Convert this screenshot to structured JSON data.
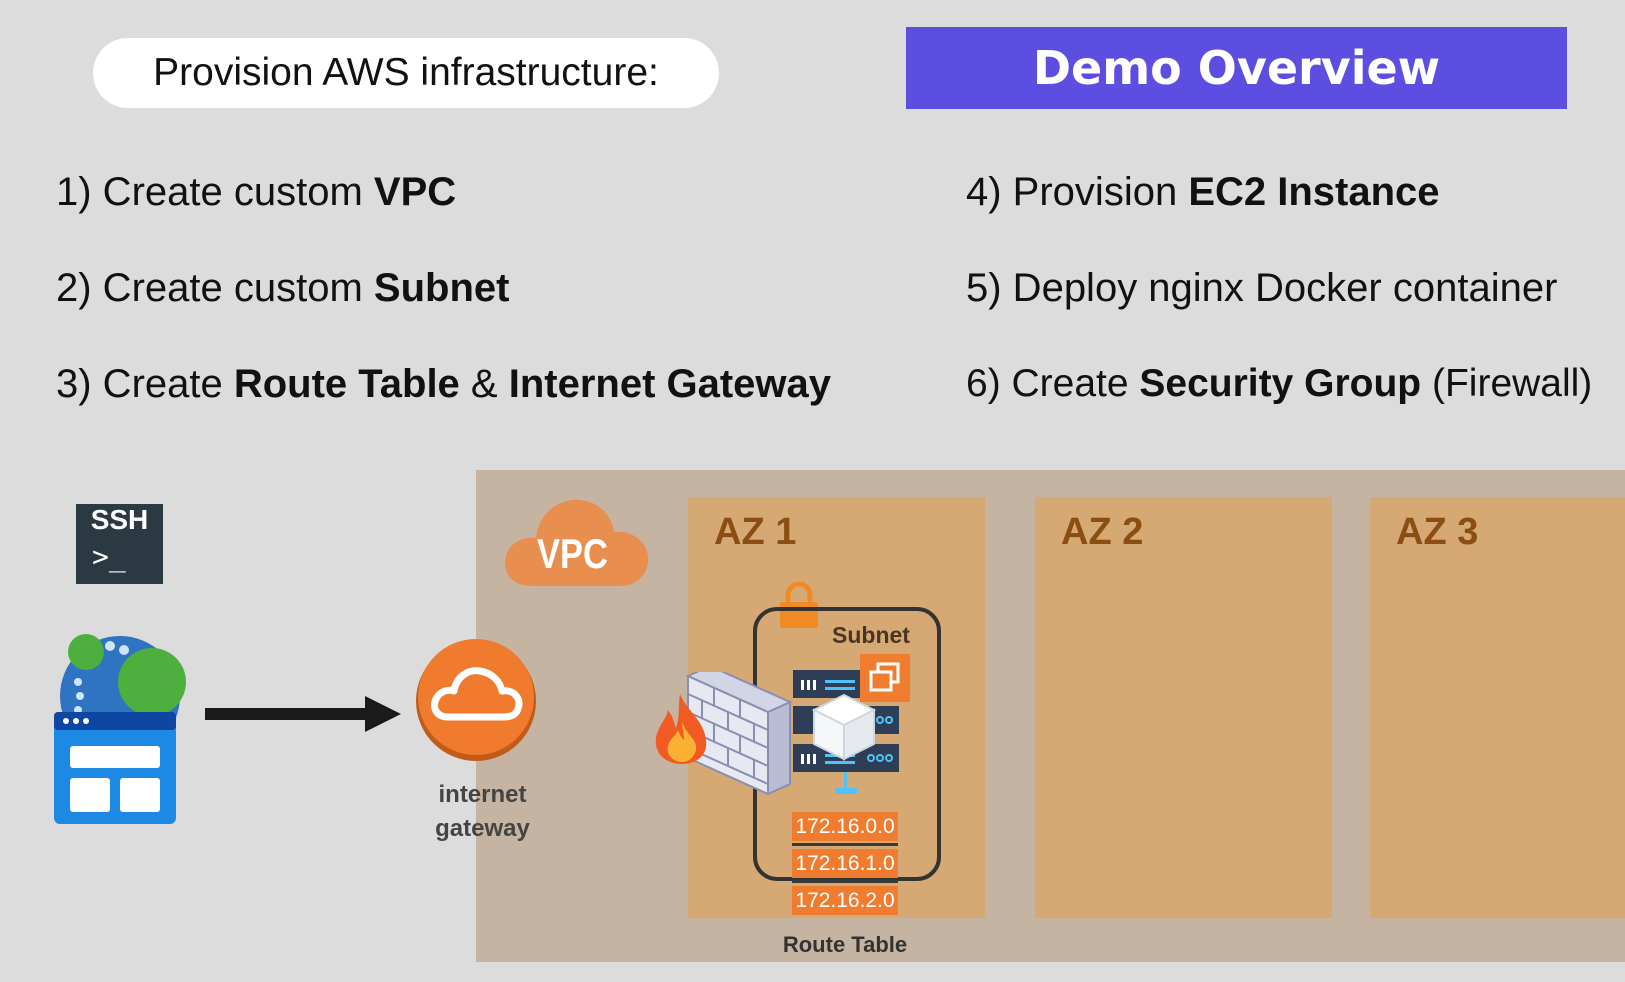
{
  "header": {
    "pill_text": "Provision AWS infrastructure:",
    "banner_title": "Demo Overview",
    "banner_color": "#5b4ee0"
  },
  "steps": [
    {
      "pre": "1) Create custom ",
      "bold": "VPC",
      "post": ""
    },
    {
      "pre": "2) Create custom ",
      "bold": "Subnet",
      "post": ""
    },
    {
      "pre": "3) Create ",
      "bold": "Route Table",
      "mid": " & ",
      "bold2": "Internet Gateway"
    },
    {
      "pre": "4) Provision ",
      "bold": "EC2 Instance",
      "post": ""
    },
    {
      "pre": "5) Deploy nginx Docker container",
      "bold": "",
      "post": ""
    },
    {
      "pre": "6) Create ",
      "bold": "Security Group",
      "post": " (Firewall)"
    }
  ],
  "diagram": {
    "vpc_label": "VPC",
    "az_labels": [
      "AZ 1",
      "AZ 2",
      "AZ 3"
    ],
    "ssh_label": "SSH",
    "ssh_prompt": ">_",
    "igw_label_line1": "internet",
    "igw_label_line2": "gateway",
    "subnet_label": "Subnet",
    "routes": [
      "172.16.0.0",
      "172.16.1.0",
      "172.16.2.0"
    ],
    "route_table_label": "Route Table",
    "icons": [
      "ssh-terminal-icon",
      "browser-app-icon",
      "internet-gateway-icon",
      "vpc-cloud-icon",
      "lock-icon",
      "firewall-icon",
      "fire-icon",
      "server-rack-icon",
      "ec2-chip-icon",
      "docker-container-icon",
      "arrow-right-icon"
    ],
    "colors": {
      "vpc_area": "#c5b4a1",
      "az": "#d6a874",
      "az_text": "#8a4e13",
      "orange": "#ef7c2f"
    }
  }
}
